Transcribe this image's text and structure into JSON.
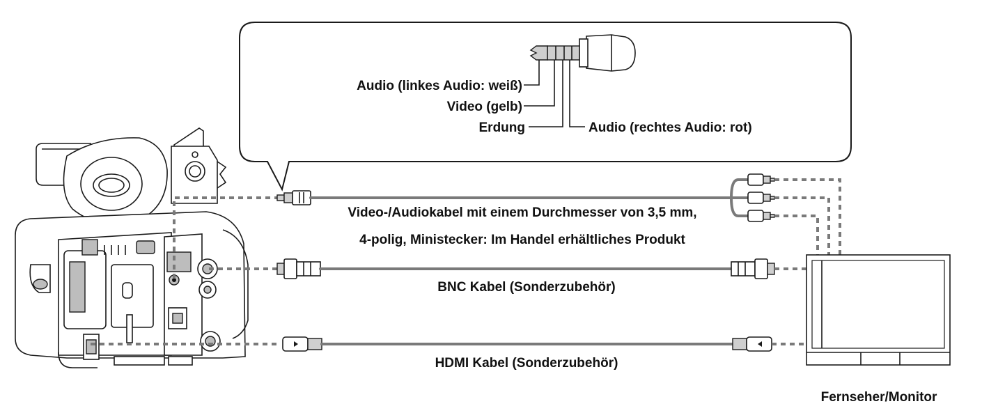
{
  "callout": {
    "labels": {
      "audio_left": "Audio (linkes Audio: weiß)",
      "video": "Video (gelb)",
      "ground": "Erdung",
      "audio_right": "Audio (rechtes Audio: rot)"
    }
  },
  "cables": {
    "av_line1": "Video-/Audiokabel mit einem Durchmesser von 3,5 mm,",
    "av_line2": "4-polig, Ministecker: Im Handel erhältliches Produkt",
    "bnc": "BNC Kabel (Sonderzubehör)",
    "hdmi": "HDMI Kabel (Sonderzubehör)"
  },
  "monitor": {
    "label": "Fernseher/Monitor"
  },
  "colors": {
    "cable": "#7a7a7a",
    "outline": "#1a1a1a",
    "fill_gray": "#bdbdbd"
  }
}
